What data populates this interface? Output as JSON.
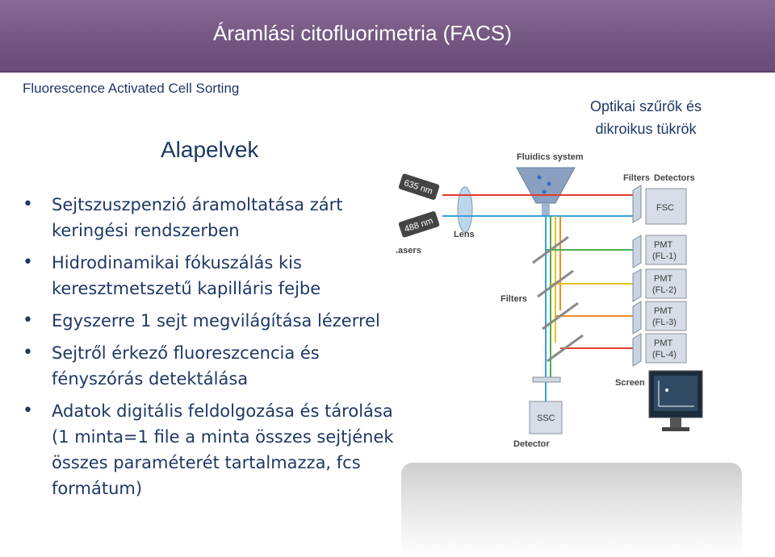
{
  "title": "Áramlási citofluorimetria (FACS)",
  "subtitle": "Fluorescence Activated Cell Sorting",
  "section_heading": "Alapelvek",
  "caption_lines": [
    "Optikai szűrők és",
    "dikroikus tükrök"
  ],
  "bullets": [
    "Sejtszuszpenzió áramoltatása zárt keringési rendszerben",
    "Hidrodinamikai fókuszálás kis keresztmetszetű kapilláris fejbe",
    "Egyszerre 1 sejt megvilágítása lézerrel",
    "Sejtről érkező fluoreszcencia és fényszórás detektálása",
    "Adatok digitális feldolgozása és tárolása (1 minta=1 file a minta összes sejtjének összes paraméterét tartalmazza, fcs formátum)"
  ],
  "diagram": {
    "fluidics_label": "Fluidics system",
    "laser_635": "635 nm",
    "laser_488": "488 nm",
    "lasers_label": ".asers",
    "lens_label": "Lens",
    "filters_header": "Filters",
    "detectors_header": "Detectors",
    "fsc_label": "FSC",
    "pmt_labels": [
      [
        "PMT",
        "(FL-1)"
      ],
      [
        "PMT",
        "(FL-2)"
      ],
      [
        "PMT",
        "(FL-3)"
      ],
      [
        "PMT",
        "(FL-4)"
      ]
    ],
    "filters_side_label": "Filters",
    "screen_label": "Screen",
    "ssc_label": "SSC",
    "detector_label": "Detector",
    "colors": {
      "laser_red": "#e23b2e",
      "laser_blue": "#3aa0d8",
      "green": "#4caf50",
      "yellow": "#e8c21e",
      "orange": "#f08a24"
    }
  }
}
